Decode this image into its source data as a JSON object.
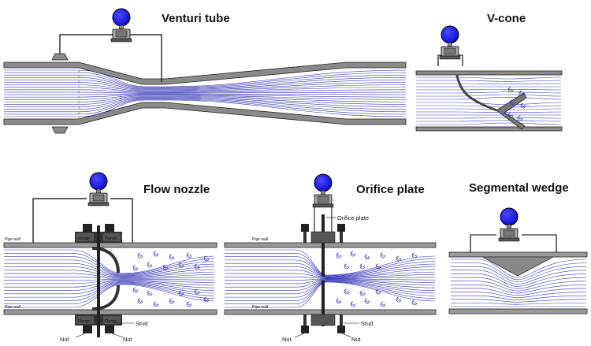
{
  "titles": {
    "venturi": "Venturi tube",
    "vcone": "V-cone",
    "nozzle": "Flow nozzle",
    "orifice": "Orifice plate",
    "wedge": "Segmental wedge"
  },
  "labels": {
    "pipe_wall": "Pipe wall",
    "flange": "Flange",
    "stud": "Stud",
    "nut": "Nut",
    "orifice_plate": "Orifice plate"
  },
  "colors": {
    "pipe": "#6e6e6e",
    "flow": "#3a3ab8",
    "transmitter_head": "#1414e0",
    "tube": "#222222"
  }
}
